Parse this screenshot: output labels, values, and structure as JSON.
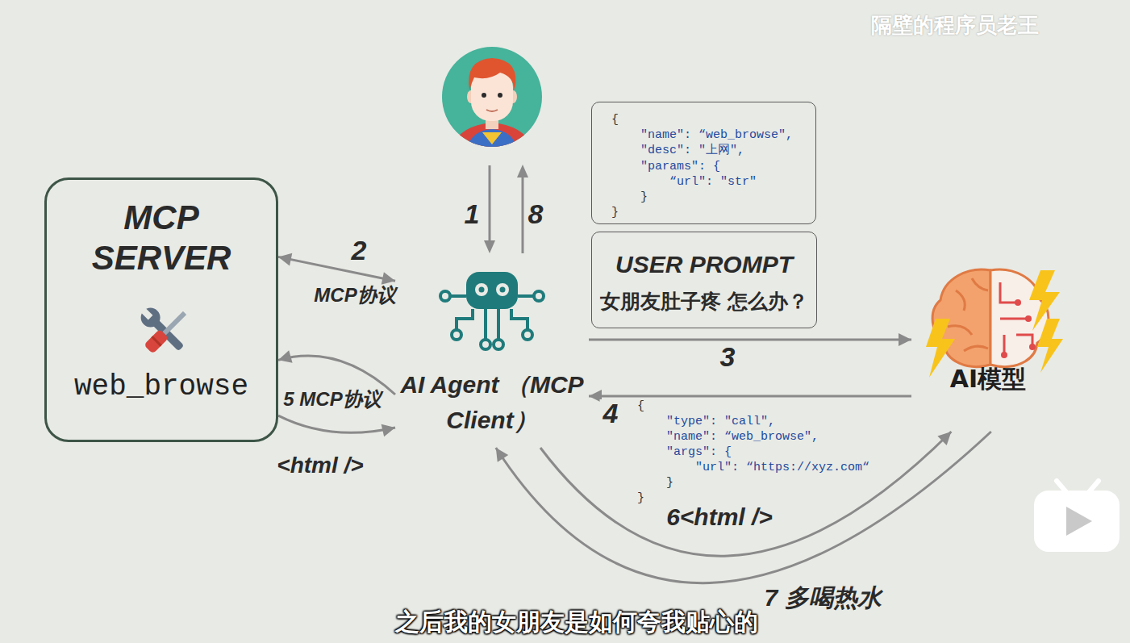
{
  "diagram": {
    "caption": "之后我的女朋友是如何夸我贴心的",
    "nodes": [
      {
        "text": [
          "MCP SERVER",
          "web_browse"
        ]
      },
      {
        "text": [
          "AI Agent （MCP Client）"
        ]
      },
      {
        "text": [
          "{",
          "\"name\": “web_browse\",",
          "\"desc\": \"上网\",",
          "\"params\": {",
          "“url\": \"str\"",
          "}",
          "}"
        ]
      },
      {
        "text": [
          "USER PROMPT",
          "女朋友肚子疼 怎么办？"
        ]
      },
      {
        "text": [
          "AI模型"
        ]
      }
    ],
    "edges": [
      {
        "from": 0,
        "to": 1,
        "arrow": "both",
        "label": "2"
      },
      {
        "from": 1,
        "to": 4,
        "arrow": "to",
        "label": "3"
      },
      {
        "from": 4,
        "to": 1,
        "arrow": "to",
        "label": "4"
      },
      {
        "from": 1,
        "to": 0,
        "arrow": "to",
        "label": "5 MCP协议"
      },
      {
        "from": 0,
        "to": 1,
        "arrow": "to",
        "label": "<html />"
      },
      {
        "from": 1,
        "to": 4,
        "arrow": "to",
        "label": "6<html />"
      },
      {
        "from": 4,
        "to": 1,
        "arrow": "to",
        "label": "7 多喝热水"
      }
    ],
    "labels": [
      "隔壁的程序员老王",
      "1",
      "8",
      "MCP协议",
      "{",
      "\"type\": \"call\",",
      "\"name\": “web_browse\",",
      "\"args\": {",
      "\"url\": “https://xyz.com“",
      "}",
      "}"
    ]
  }
}
